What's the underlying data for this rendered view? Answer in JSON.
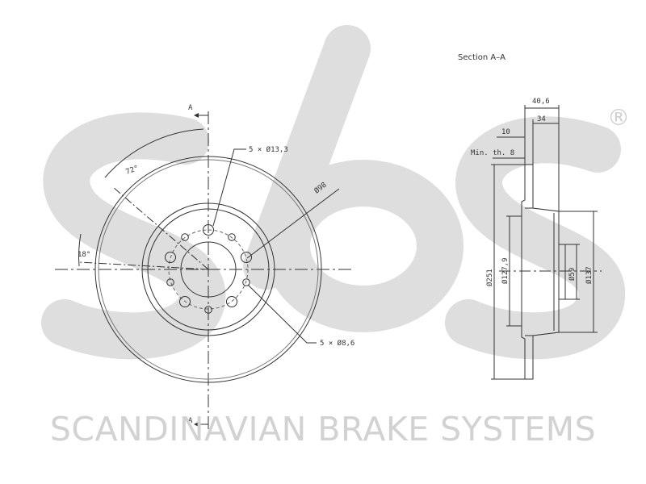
{
  "brand": {
    "logo_text": "sbs",
    "registered_mark": "®",
    "footer_name": "SCANDINAVIAN BRAKE SYSTEMS",
    "watermark_color": "#d9d9d9"
  },
  "front_view": {
    "section_marker_top": "A",
    "section_marker_bottom": "A",
    "angle_72": "72°",
    "angle_18": "18°",
    "bolt_holes_label": "5 × Ø13,3",
    "small_holes_label": "5 × Ø8,6",
    "pcd_label": "Ø98"
  },
  "section_view": {
    "title": "Section A–A",
    "dim_40_6": "40,6",
    "dim_34": "34",
    "dim_10": "10",
    "min_thickness": "Min. th. 8",
    "dia_251": "Ø251",
    "dia_127_9": "Ø127,9",
    "dia_59": "Ø59",
    "dia_137": "Ø137"
  }
}
